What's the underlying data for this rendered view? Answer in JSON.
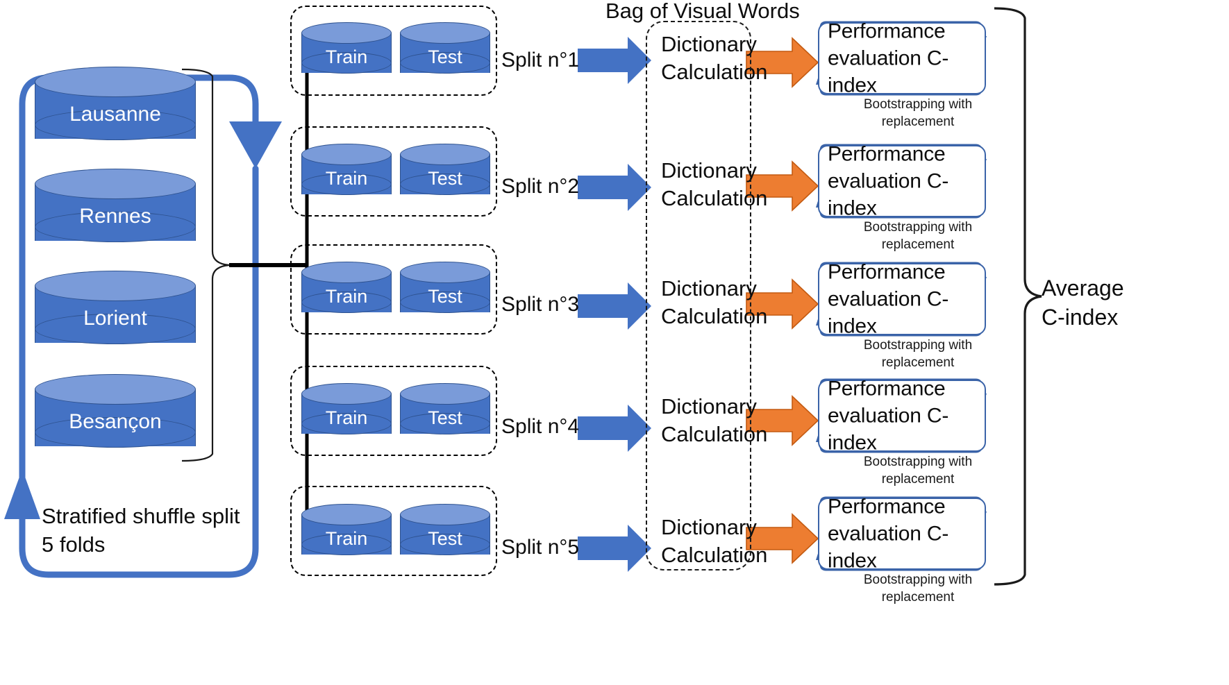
{
  "diagram": {
    "title": "Cross-validation and Bag of Visual Words pipeline",
    "colors": {
      "cylinder_body": "#4472C4",
      "cylinder_top": "#7A9BD9",
      "cylinder_stroke": "#2E528F",
      "blue_arrow": "#4472C4",
      "orange_arrow": "#ED7D31",
      "loop_blue": "#3A63A8",
      "black": "#000000"
    }
  },
  "left_panel": {
    "databases": [
      {
        "label": "Lausanne"
      },
      {
        "label": "Rennes"
      },
      {
        "label": "Lorient"
      },
      {
        "label": "Besançon"
      }
    ],
    "loop_caption_line1": "Stratified shuffle split",
    "loop_caption_line2": "5 folds"
  },
  "splits": [
    {
      "train_label": "Train",
      "test_label": "Test",
      "split_label": "Split n°1",
      "dictionary_line1": "Dictionary",
      "dictionary_line2": "Calculation",
      "performance_line1": "Performance",
      "performance_line2": "evaluation C-index",
      "bootstrap_line1": "Bootstrapping with",
      "bootstrap_line2": "replacement"
    },
    {
      "train_label": "Train",
      "test_label": "Test",
      "split_label": "Split n°2",
      "dictionary_line1": "Dictionary",
      "dictionary_line2": "Calculation",
      "performance_line1": "Performance",
      "performance_line2": "evaluation C-index",
      "bootstrap_line1": "Bootstrapping with",
      "bootstrap_line2": "replacement"
    },
    {
      "train_label": "Train",
      "test_label": "Test",
      "split_label": "Split n°3",
      "dictionary_line1": "Dictionary",
      "dictionary_line2": "Calculation",
      "performance_line1": "Performance",
      "performance_line2": "evaluation C-index",
      "bootstrap_line1": "Bootstrapping with",
      "bootstrap_line2": "replacement"
    },
    {
      "train_label": "Train",
      "test_label": "Test",
      "split_label": "Split n°4",
      "dictionary_line1": "Dictionary",
      "dictionary_line2": "Calculation",
      "performance_line1": "Performance",
      "performance_line2": "evaluation C-index",
      "bootstrap_line1": "Bootstrapping with",
      "bootstrap_line2": "replacement"
    },
    {
      "train_label": "Train",
      "test_label": "Test",
      "split_label": "Split n°5",
      "dictionary_line1": "Dictionary",
      "dictionary_line2": "Calculation",
      "performance_line1": "Performance",
      "performance_line2": "evaluation C-index",
      "bootstrap_line1": "Bootstrapping with",
      "bootstrap_line2": "replacement"
    }
  ],
  "bovw": {
    "title": "Bag of Visual Words"
  },
  "output": {
    "average_line1": "Average",
    "average_line2": "C-index"
  }
}
